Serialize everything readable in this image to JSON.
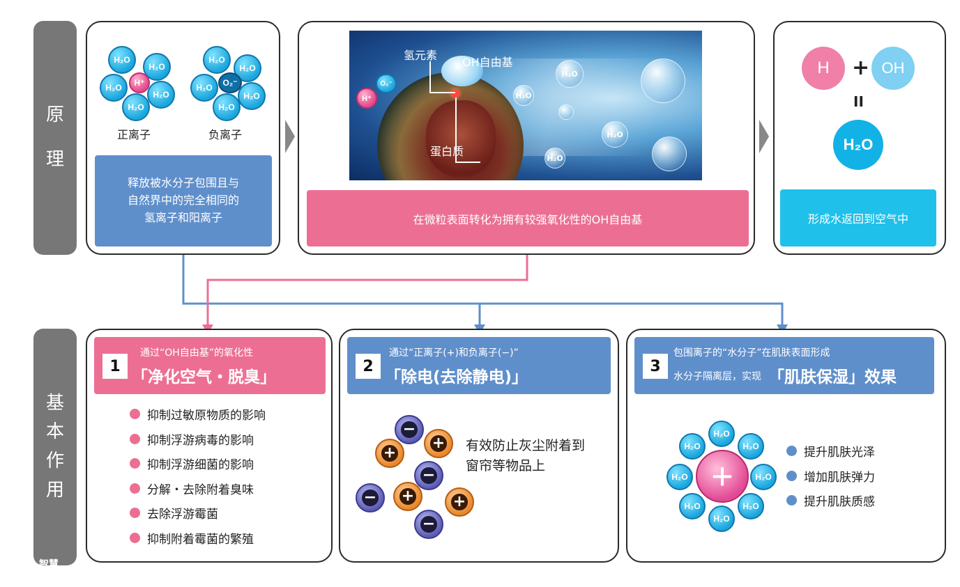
{
  "side_labels": {
    "principle": [
      "原",
      "理"
    ],
    "functions": [
      "基",
      "本",
      "作",
      "用"
    ]
  },
  "principle": {
    "ions": {
      "water": "H₂O",
      "h_plus": "H⁺",
      "o2_minus": "O₂⁻",
      "positive_caption": "正离子",
      "negative_caption": "负离子"
    },
    "release_text": [
      "释放被水分子包围且与",
      "自然界中的完全相同的",
      "氢离子和阳离子"
    ],
    "scene_labels": {
      "hydrogen": "氢元素",
      "oh_radical": "OH自由基",
      "protein": "蛋白质",
      "o2_tag": "O₂⁻",
      "h_tag": "H⁺",
      "bubble_text": "H₂O"
    },
    "convert_text": "在微粒表面转化为拥有较强氧化性的OH自由基",
    "equation": {
      "h": "H",
      "plus": "+",
      "oh": "OH",
      "equals": "II",
      "result": "H₂O"
    },
    "return_text": "形成水返回到空气中"
  },
  "functions": [
    {
      "number": "1",
      "subtitle": "通过“OH自由基”的氧化性",
      "title": "「净化空气・脱臭」",
      "items": [
        "抑制过敏原物质的影响",
        "抑制浮游病毒的影响",
        "抑制浮游细菌的影响",
        "分解・去除附着臭味",
        "去除浮游霉菌",
        "抑制附着霉菌的繁殖"
      ]
    },
    {
      "number": "2",
      "subtitle": "通过“正离子(+)和负离子(−)”",
      "title": "「除电(去除静电)」",
      "description": [
        "有效防止灰尘附着到",
        "窗帘等物品上"
      ],
      "minus_sign": "−",
      "plus_sign": "+"
    },
    {
      "number": "3",
      "subtitle_1": "包围离子的“水分子”在肌肤表面形成",
      "subtitle_2": "水分子隔离层，实现",
      "title": "「肌肤保湿」效果",
      "water": "H₂O",
      "center_plus": "+",
      "items": [
        "提升肌肤光泽",
        "增加肌肤弹力",
        "提升肌肤质感"
      ]
    }
  ],
  "colors": {
    "gray_label": "#777777",
    "blue": "#5f8fcb",
    "pink": "#ec6f93",
    "cyan": "#1fc0ea"
  },
  "watermark": "智慧……"
}
